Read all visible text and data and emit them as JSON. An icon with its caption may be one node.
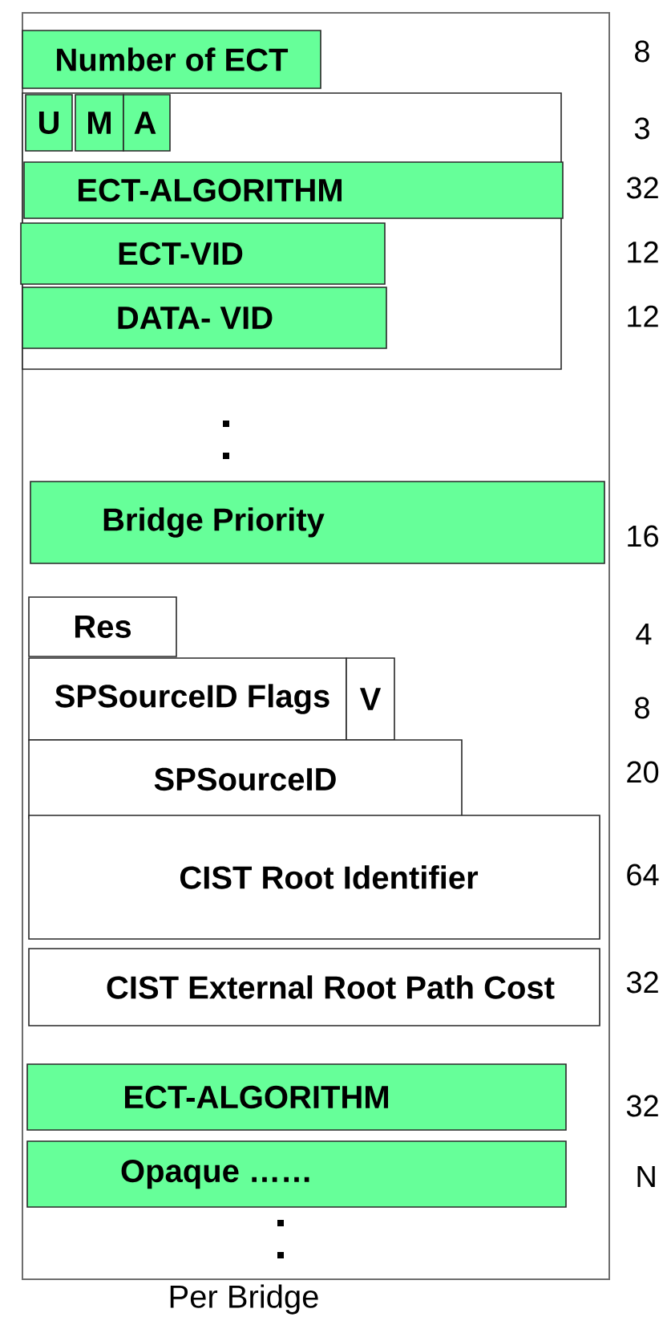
{
  "diagram": {
    "nodes": [
      {
        "text": [
          "Per Bridge"
        ]
      },
      {
        "text": [
          "Number of ECT"
        ],
        "in": 0
      },
      {
        "text": [],
        "shape": "box",
        "in": 0
      },
      {
        "text": [
          "U"
        ],
        "in": 2
      },
      {
        "text": [
          "M"
        ],
        "in": 2
      },
      {
        "text": [
          "A"
        ],
        "in": 2
      },
      {
        "text": [
          "ECT-ALGORITHM"
        ],
        "in": 2
      },
      {
        "text": [
          "ECT-VID"
        ],
        "in": 2
      },
      {
        "text": [
          "DATA- VID"
        ],
        "in": 2
      },
      {
        "text": [
          "Bridge Priority"
        ],
        "in": 0
      },
      {
        "text": [
          "Res"
        ],
        "in": 0
      },
      {
        "text": [
          "SPSourceID Flags"
        ],
        "in": 0
      },
      {
        "text": [
          "V"
        ],
        "in": 0
      },
      {
        "text": [
          "SPSourceID"
        ],
        "in": 0
      },
      {
        "text": [
          "CIST Root Identifier"
        ],
        "in": 0
      },
      {
        "text": [
          "CIST External Root Path Cost"
        ],
        "in": 0
      },
      {
        "text": [
          "ECT-ALGORITHM"
        ],
        "in": 0
      },
      {
        "text": [
          "Opaque ……"
        ],
        "in": 0
      }
    ],
    "edges": [],
    "labels": [
      "8",
      "3",
      "32",
      "12",
      "12",
      "16",
      "4",
      "8",
      "20",
      "64",
      "32",
      "32",
      "N"
    ]
  }
}
